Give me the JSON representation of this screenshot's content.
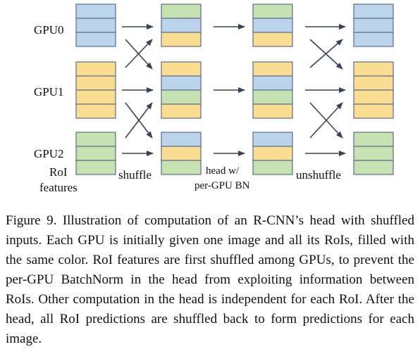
{
  "figure": {
    "gpu_labels": [
      "GPU0",
      "GPU1",
      "GPU2"
    ],
    "stage_labels": {
      "roi_features_line1": "RoI",
      "roi_features_line2": "features",
      "shuffle": "shuffle",
      "head_line1": "head w/",
      "head_line2": "per-GPU BN",
      "unshuffle": "unshuffle"
    },
    "colors": {
      "gpu0": "#bcd3ec",
      "gpu1": "#fbdd92",
      "gpu2": "#c7e2b1",
      "cell_border": "#5b6f8a",
      "arrow": "#3a4256"
    },
    "stacks": {
      "inputs": [
        [
          "gpu0",
          "gpu0",
          "gpu0"
        ],
        [
          "gpu1",
          "gpu1",
          "gpu1",
          "gpu1"
        ],
        [
          "gpu2",
          "gpu2",
          "gpu2"
        ]
      ],
      "shuffled": [
        [
          "gpu2",
          "gpu0",
          "gpu1"
        ],
        [
          "gpu1",
          "gpu0",
          "gpu2",
          "gpu1"
        ],
        [
          "gpu0",
          "gpu1",
          "gpu2"
        ]
      ],
      "head_outputs": [
        [
          "gpu2",
          "gpu0",
          "gpu1"
        ],
        [
          "gpu1",
          "gpu0",
          "gpu2",
          "gpu1"
        ],
        [
          "gpu0",
          "gpu1",
          "gpu2"
        ]
      ],
      "unshuffled": [
        [
          "gpu0",
          "gpu0",
          "gpu0"
        ],
        [
          "gpu1",
          "gpu1",
          "gpu1",
          "gpu1"
        ],
        [
          "gpu2",
          "gpu2",
          "gpu2"
        ]
      ]
    }
  },
  "caption": {
    "text": "Figure 9. Illustration of computation of an R-CNN’s head with shuffled inputs. Each GPU is initially given one image and all its RoIs, filled with the same color. RoI features are first shuffled among GPUs, to prevent the per-GPU BatchNorm in the head from exploiting information between RoIs. Other computation in the head is independent for each RoI. After the head, all RoI predictions are shuffled back to form predictions for each image."
  }
}
